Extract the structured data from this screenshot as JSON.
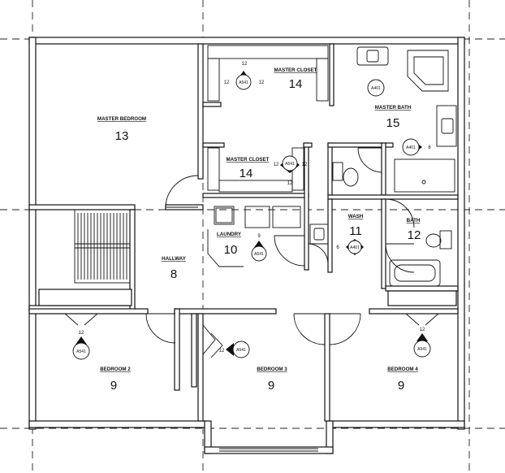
{
  "rooms": {
    "master_bedroom": {
      "name": "MASTER BEDROOM",
      "number": "13"
    },
    "master_closet_top": {
      "name": "MASTER CLOSET",
      "number": "14"
    },
    "master_closet_mid": {
      "name": "MASTER CLOSET",
      "number": "14"
    },
    "master_bath": {
      "name": "MASTER BATH",
      "number": "15"
    },
    "laundry": {
      "name": "LAUNDRY",
      "number": "10"
    },
    "hallway": {
      "name": "HALLWAY",
      "number": "8"
    },
    "wash": {
      "name": "WASH",
      "number": "11"
    },
    "bath": {
      "name": "BATH",
      "number": "12"
    },
    "bedroom2": {
      "name": "BEDROOM 2",
      "number": "9"
    },
    "bedroom3": {
      "name": "BEDROOM 3",
      "number": "9"
    },
    "bedroom4": {
      "name": "BEDROOM 4",
      "number": "9"
    }
  },
  "elevation_tags": {
    "closet_top": {
      "sheet": "A541",
      "n_top": "12",
      "n_left": "12",
      "n_right": "12"
    },
    "closet_mid": {
      "sheet": "A541",
      "n_left": "12",
      "n_right": "12",
      "n_bottom": "12"
    },
    "bath_top": {
      "sheet": "A401"
    },
    "bath_mid": {
      "sheet": "A401",
      "n_right": "6"
    },
    "laundry": {
      "sheet": "A541",
      "n_top": "9"
    },
    "wash": {
      "sheet": "A401",
      "n_left": "6"
    },
    "bedroom2": {
      "sheet": "A541",
      "n_top": "12"
    },
    "bedroom3": {
      "sheet": "A541",
      "n_left": "12"
    },
    "bedroom4": {
      "sheet": "A541",
      "n_top": "12"
    }
  }
}
